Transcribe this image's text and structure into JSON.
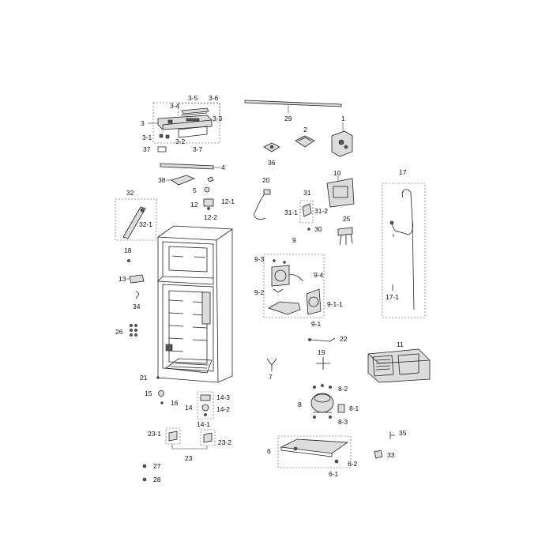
{
  "labels": {
    "l1": "1",
    "l2": "2",
    "l3": "3",
    "l3_1": "3-1",
    "l3_2": "3-2",
    "l3_3": "3-3",
    "l3_4": "3-4",
    "l3_5": "3-5",
    "l3_6": "3-6",
    "l3_7": "3-7",
    "l4": "4",
    "l5": "5",
    "l6": "6",
    "l6_1": "6-1",
    "l6_2": "6-2",
    "l7": "7",
    "l8": "8",
    "l8_1": "8-1",
    "l8_2": "8-2",
    "l8_3": "8-3",
    "l9": "9",
    "l9_1": "9-1",
    "l9_1_1": "9-1-1",
    "l9_2": "9-2",
    "l9_3": "9-3",
    "l9_4": "9-4",
    "l10": "10",
    "l11": "11",
    "l12": "12",
    "l12_1": "12-1",
    "l12_2": "12-2",
    "l13": "13",
    "l14": "14",
    "l14_1": "14-1",
    "l14_2": "14-2",
    "l14_3": "14-3",
    "l15": "15",
    "l16": "16",
    "l17": "17",
    "l17_1": "17-1",
    "l18": "18",
    "l19": "19",
    "l20": "20",
    "l21": "21",
    "l22": "22",
    "l23": "23",
    "l23_1": "23-1",
    "l23_2": "23-2",
    "l25": "25",
    "l26": "26",
    "l27": "27",
    "l28": "28",
    "l29": "29",
    "l30": "30",
    "l31": "31",
    "l31_1": "31-1",
    "l31_2": "31-2",
    "l32": "32",
    "l32_1": "32-1",
    "l33": "33",
    "l34": "34",
    "l35": "35",
    "l36": "36",
    "l37": "37",
    "l38": "38"
  }
}
